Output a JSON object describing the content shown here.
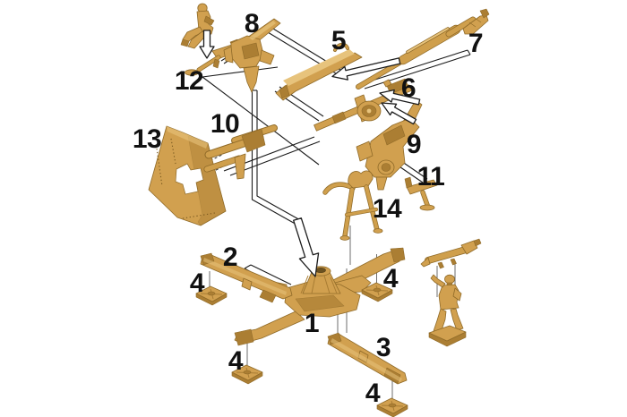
{
  "diagram": {
    "kind": "model-kit-exploded-assembly-diagram",
    "subject": "anti-aircraft-gun-model-kit-assembly-step",
    "background": "#ffffff",
    "colors": {
      "plastic": "#d1a04f",
      "plastic_dark": "#ab7e33",
      "plastic_light": "#e7c37c",
      "plastic_outline": "#8f6a28",
      "guide_line": "#1c1c1c",
      "link_line": "#6e6e6e",
      "callout_text": "#111111"
    },
    "callouts": [
      {
        "text": "8"
      },
      {
        "text": "5"
      },
      {
        "text": "7"
      },
      {
        "text": "6"
      },
      {
        "text": "9"
      },
      {
        "text": "11"
      },
      {
        "text": "14"
      },
      {
        "text": "10"
      },
      {
        "text": "13"
      },
      {
        "text": "12"
      },
      {
        "text": "2"
      },
      {
        "text": "1"
      },
      {
        "text": "3"
      },
      {
        "text": "4"
      },
      {
        "text": "4"
      },
      {
        "text": "4"
      },
      {
        "text": "4"
      }
    ],
    "parts": [
      {
        "number": "1",
        "name": "cruciform-base-platform"
      },
      {
        "number": "2",
        "name": "outrigger-beam-left"
      },
      {
        "number": "3",
        "name": "outrigger-beam-right"
      },
      {
        "number": "4",
        "name": "leveling-base-pad"
      },
      {
        "number": "5",
        "name": "upper-cradle-slide"
      },
      {
        "number": "6",
        "name": "recoil-cradle-with-handwheel"
      },
      {
        "number": "7",
        "name": "gun-barrel-with-muzzle-brake"
      },
      {
        "number": "8",
        "name": "pedestal-mount"
      },
      {
        "number": "9",
        "name": "elevation-gear-mount"
      },
      {
        "number": "10",
        "name": "trunnion-block"
      },
      {
        "number": "11",
        "name": "gunner-seat"
      },
      {
        "number": "12",
        "name": "layer-seat-with-footrest"
      },
      {
        "number": "13",
        "name": "gun-shield"
      },
      {
        "number": "14",
        "name": "support-frame"
      }
    ],
    "figures": [
      {
        "name": "seated-gunner-figure"
      },
      {
        "name": "standing-loader-figure-with-round"
      }
    ]
  }
}
